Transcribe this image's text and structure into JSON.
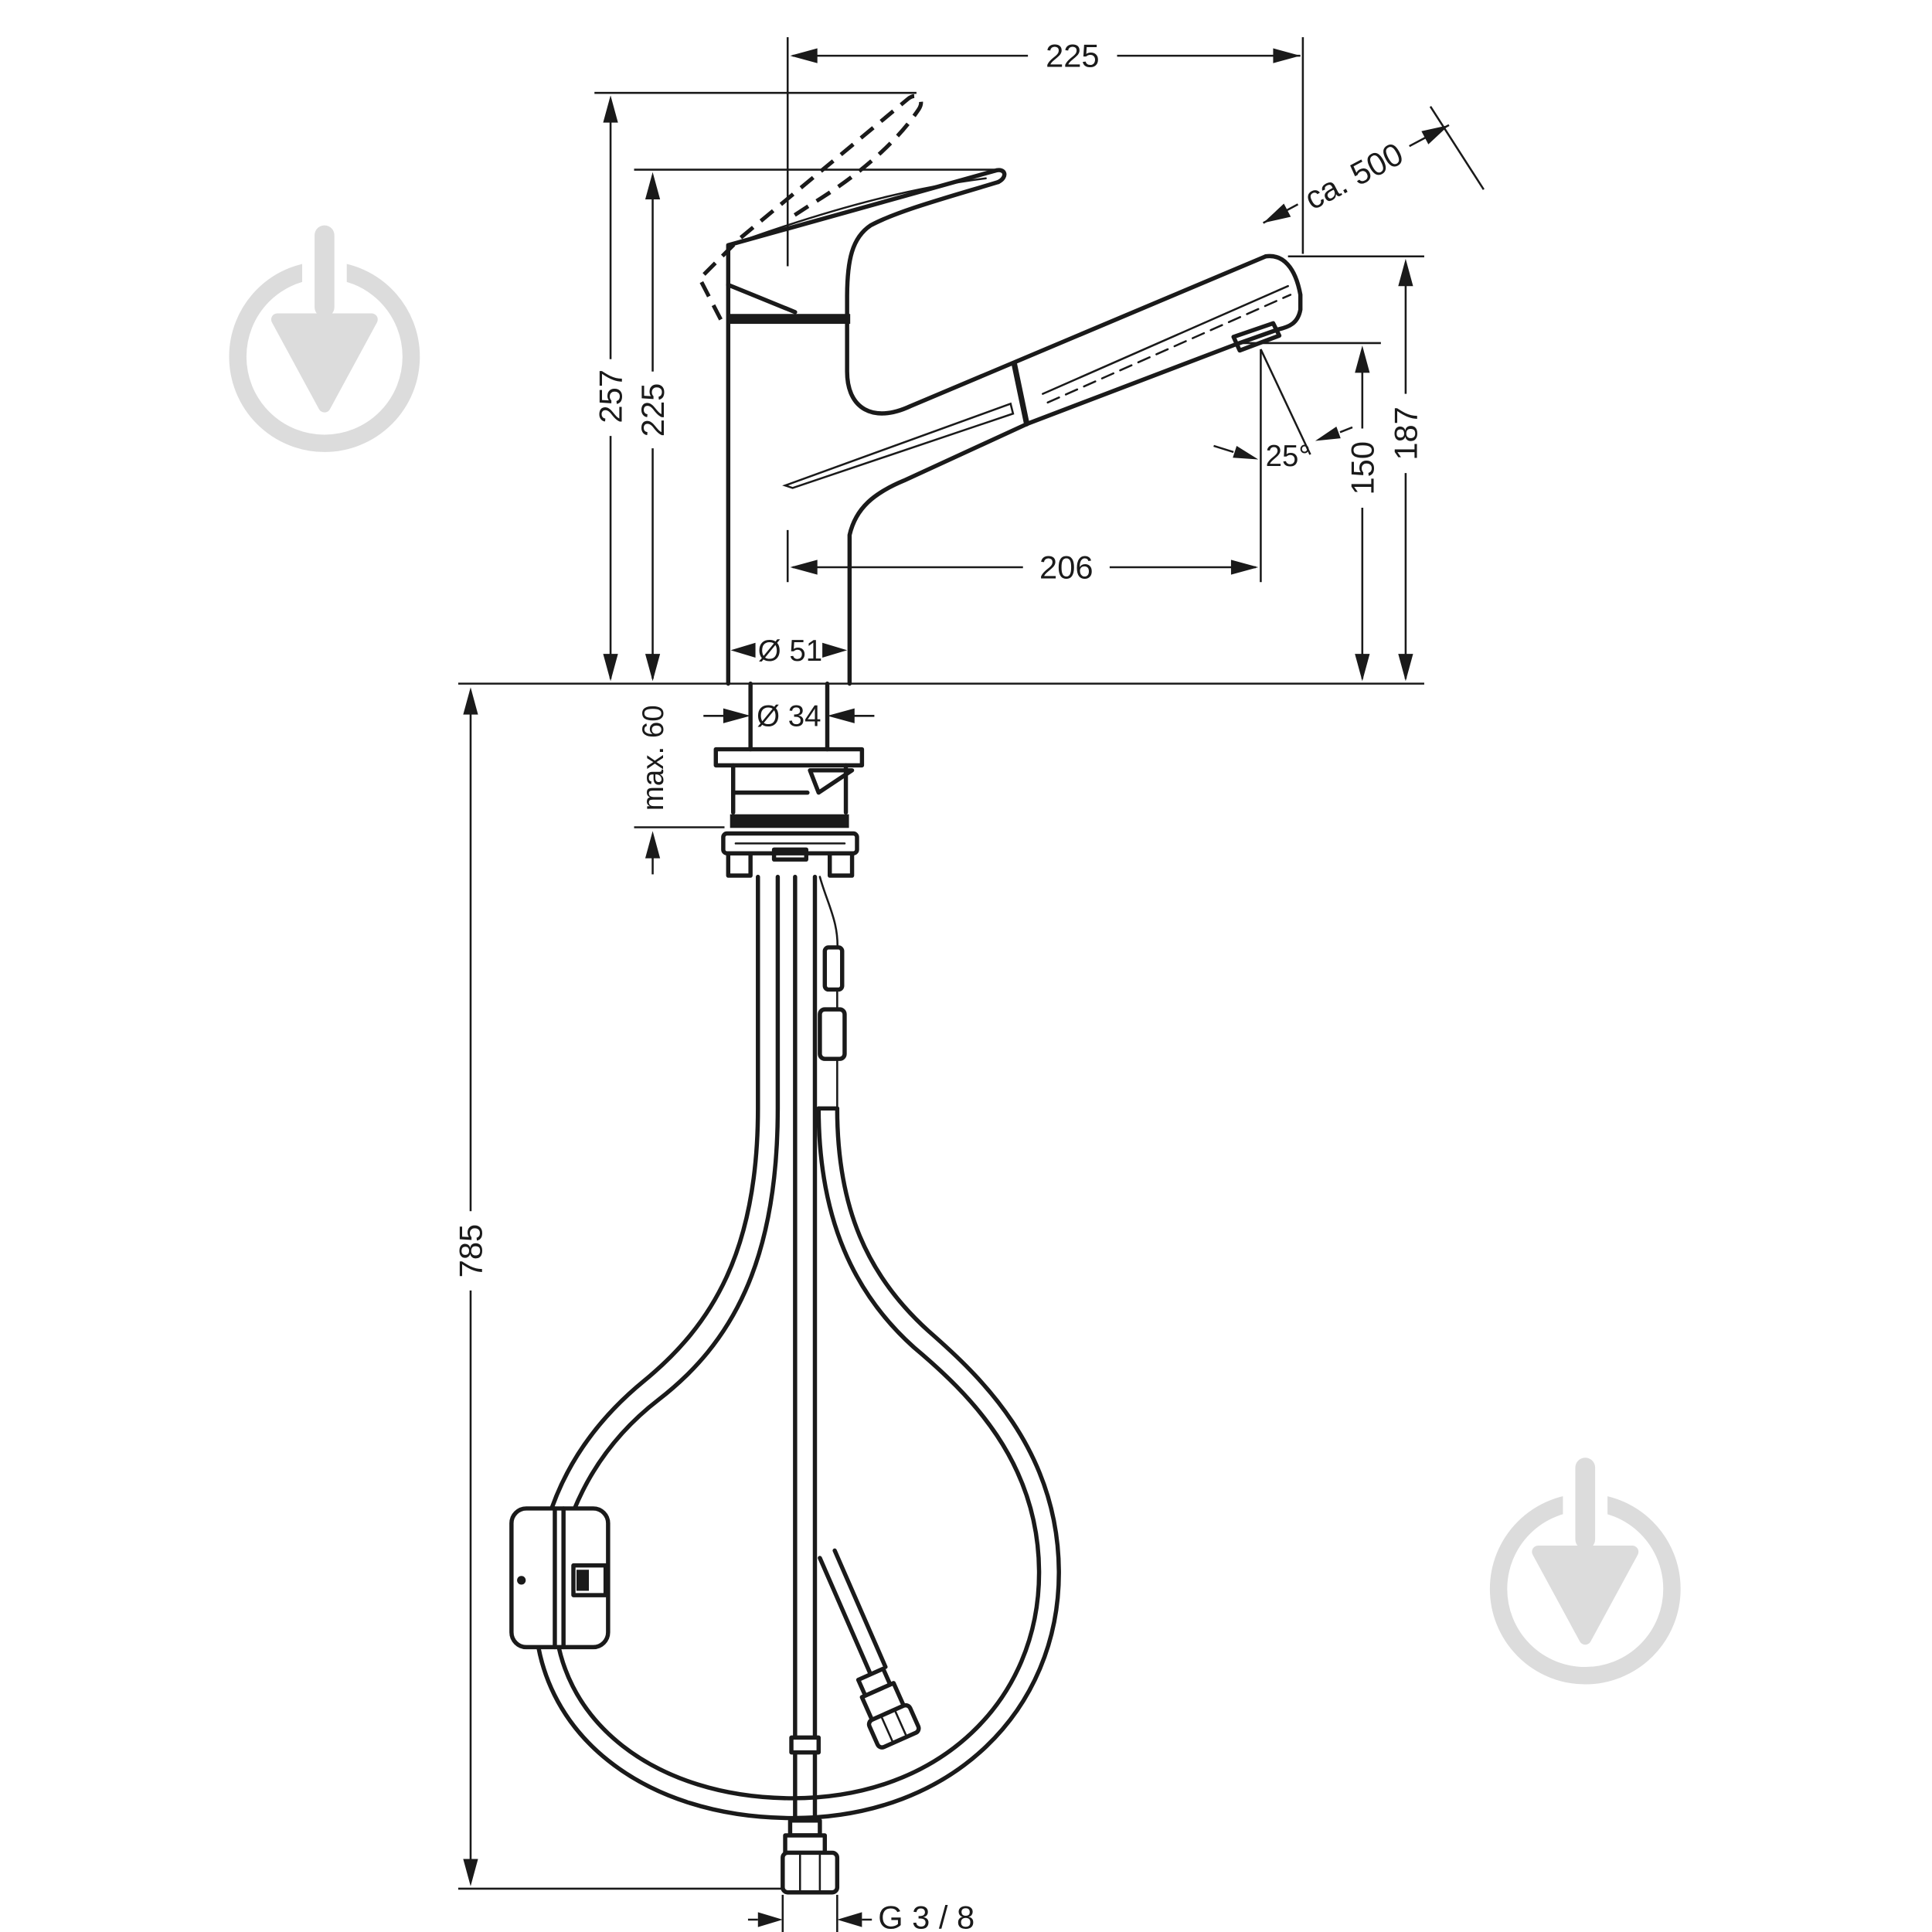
{
  "drawing": {
    "dimensions": {
      "width_top": "225",
      "pullout": "ca. 500",
      "height_lever_raised": "257",
      "height_lever": "225",
      "spray_angle": "25°",
      "height_outlet": "150",
      "height_spout": "187",
      "reach": "206",
      "body_diameter": "Ø 51",
      "shank_diameter": "Ø 34",
      "mounting_thickness": "max. 60",
      "hose_length": "785",
      "connection_thread": "G 3 / 8"
    }
  },
  "colors": {
    "line": "#1a1a1a",
    "watermark": "#dcdcdc"
  }
}
